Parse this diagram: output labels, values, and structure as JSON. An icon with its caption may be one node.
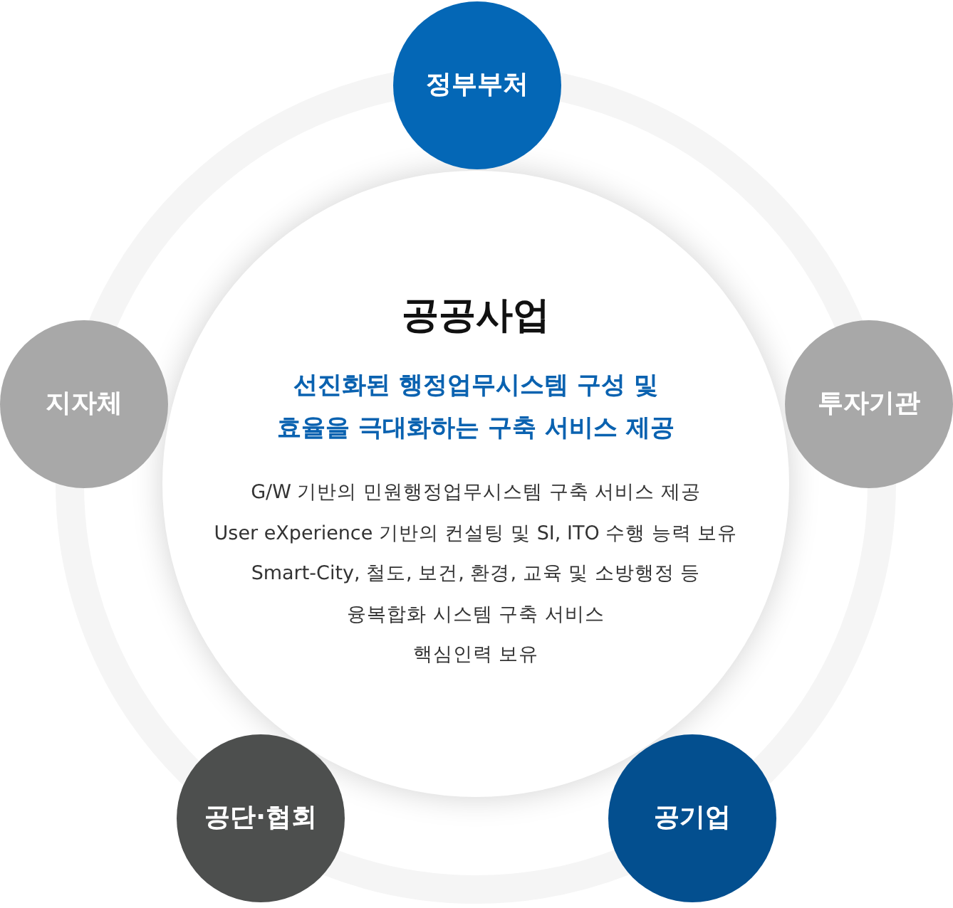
{
  "diagram": {
    "nodes": [
      {
        "text": [
          "정부부처"
        ]
      },
      {
        "text": [
          "지자체"
        ]
      },
      {
        "text": [
          "공공사업",
          "선진화된 행정업무시스템 구성 및 효율을 극대화하는 구축 서비스 제공",
          "G/W 기반의 민원행정업무시스템 구축 서비스 제공",
          "User eXperience 기반의 컨설팅 및 SI, ITO 수행 능력 보유",
          "Smart-City, 철도, 보건, 환경, 교육 및 소방행정 등",
          "융복합화 시스템 구축 서비스",
          "핵심인력 보유"
        ]
      },
      {
        "text": [
          "투자기관"
        ]
      },
      {
        "text": [
          "공단·협회"
        ]
      },
      {
        "text": [
          "공기업"
        ]
      }
    ]
  }
}
